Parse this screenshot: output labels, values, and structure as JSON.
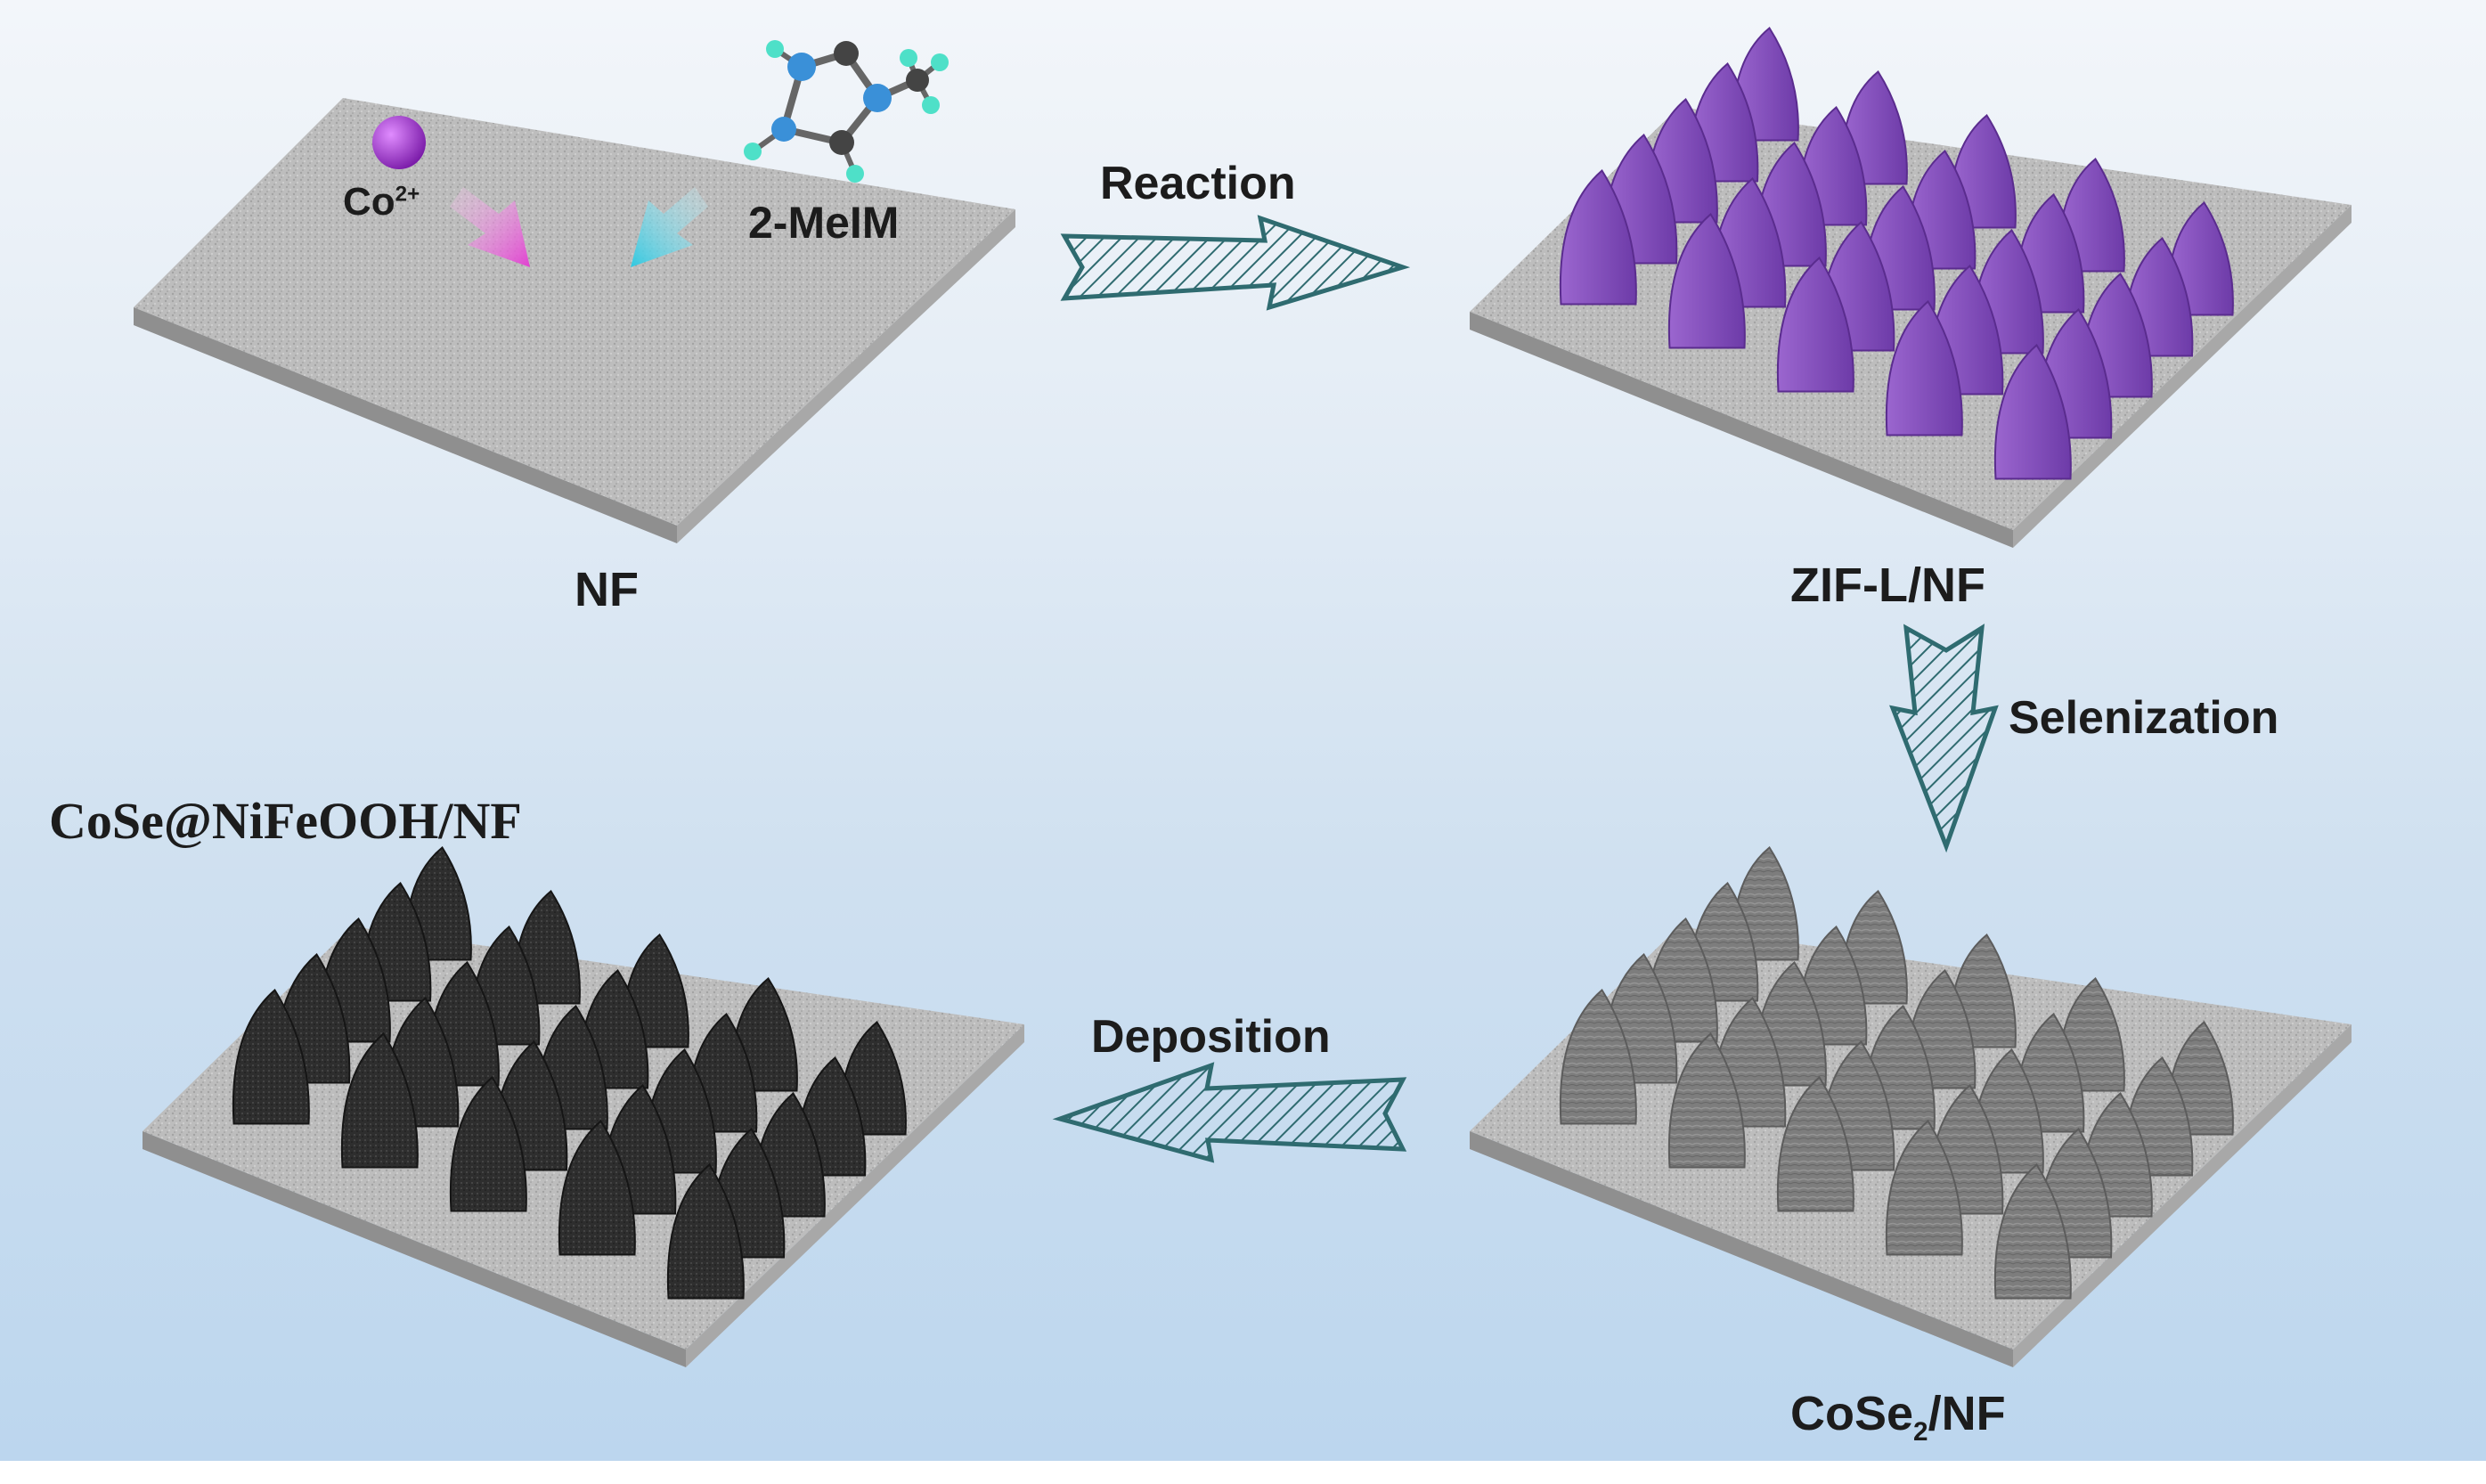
{
  "labels": {
    "co_ion": "Co",
    "co_charge": "2+",
    "ligand": "2-MeIM",
    "nf": "NF",
    "reaction": "Reaction",
    "zif": "ZIF-L/NF",
    "selenization": "Selenization",
    "cose2_main": "CoSe",
    "cose2_sub": "2",
    "cose2_tail": "/NF",
    "deposition": "Deposition",
    "final": "CoSe@NiFeOOH/NF"
  },
  "colors": {
    "background_top": "#f3f6fa",
    "background_bottom": "#bcd6ee",
    "substrate": "#b9b9b9",
    "zif_petal": "#8a55c0",
    "cose2_petal": "#7a7a7a",
    "final_petal": "#2e2e2e",
    "co_ion": "#9b30c8",
    "arrow_outline": "#2f6b70",
    "arrow_magenta": "#e040d0",
    "arrow_cyan": "#30c8e0"
  },
  "icons": {
    "process_arrow": "hatched-outline-arrow",
    "ion": "sphere",
    "molecule": "ball-and-stick-molecule"
  }
}
